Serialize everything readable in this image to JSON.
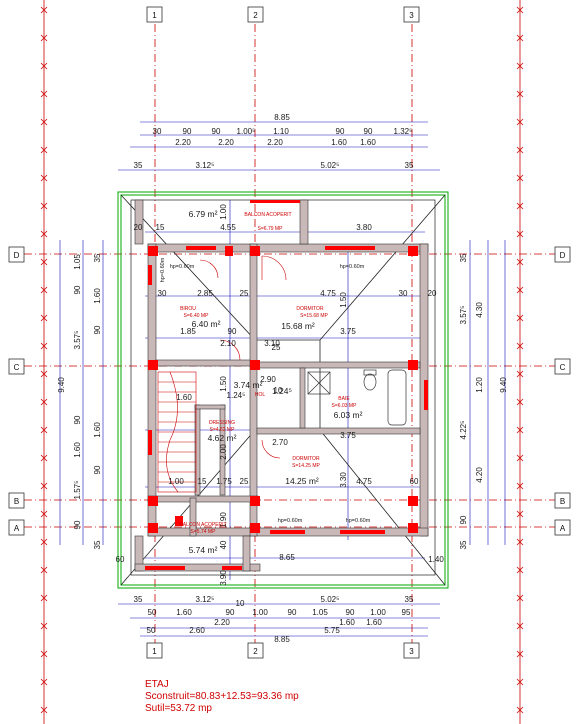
{
  "colors": {
    "axis": "#cc0000",
    "dimension": "#1010bb",
    "wall": "#c9b8b8",
    "column": "#ff0000",
    "roof_outline": "#00aa00",
    "text": "#1a1a1a",
    "room_label": "#cc0000"
  },
  "axes": {
    "vertical": [
      "1",
      "2",
      "3"
    ],
    "horizontal": [
      "D",
      "C",
      "B",
      "A"
    ]
  },
  "top_dims": {
    "overall": "8.85",
    "row1": [
      "30",
      "90",
      "90",
      "1.00⁵",
      "1.10",
      "90",
      "90",
      "1.32⁵"
    ],
    "row2": [
      "2.20",
      "2.20",
      "2.20",
      "1.60",
      "1.60"
    ],
    "row3": [
      "35",
      "3.12⁵",
      "5.02⁵",
      "35"
    ]
  },
  "bottom_dims": {
    "row3": [
      "35",
      "3.12⁵",
      "10",
      "5.02⁵",
      "35"
    ],
    "row1": [
      "50",
      "1.60",
      "90",
      "1.00",
      "90",
      "1.05",
      "90",
      "1.00",
      "95"
    ],
    "row2a": [
      "2.20",
      "1.60",
      "1.60"
    ],
    "row2": [
      "50",
      "2.60",
      "5.75"
    ],
    "overall": "8.85"
  },
  "left_dims": {
    "outer": "9.40",
    "mid": [
      "3.57⁵",
      "1.57⁵"
    ],
    "inner": [
      "1.05",
      "90",
      "1.60",
      "90",
      "1.60",
      "90",
      "1.60",
      "90",
      "90"
    ],
    "small": [
      "35",
      "35"
    ]
  },
  "right_dims": {
    "outer": "9.40",
    "mid": [
      "4.30",
      "1.20",
      "4.20"
    ],
    "inner": [
      "3.57⁵",
      "4.22⁵"
    ],
    "small": [
      "35",
      "90",
      "35"
    ]
  },
  "interior_dims": [
    "4.55",
    "3.80",
    "20",
    "15",
    "30",
    "2.85",
    "25",
    "4.75",
    "30",
    "20",
    "1.85",
    "90",
    "3.75",
    "2.10",
    "3.10",
    "2.90",
    "1.60",
    "2.70",
    "3.75",
    "1.00",
    "15",
    "1.75",
    "25",
    "4.75",
    "60",
    "8.65",
    "60",
    "1.40",
    "1.00",
    "1.50",
    "1.24⁵",
    "10",
    "25",
    "1.90",
    "40",
    "3.90",
    "2.00",
    "3.30",
    "1.50"
  ],
  "rooms": [
    {
      "name": "BALCON ACOPERIT",
      "surface": "S=6.79 MP",
      "area": "6.79 m²"
    },
    {
      "name": "BIROU",
      "surface": "S=6.40 MP",
      "area": "6.40 m²"
    },
    {
      "name": "DORMITOR",
      "surface": "S=15.68 MP",
      "area": "15.68 m²"
    },
    {
      "name": "",
      "surface": "",
      "area": "3.74 m²"
    },
    {
      "name": "HOL",
      "surface": "",
      "area": "1.24⁵"
    },
    {
      "name": "BAIE",
      "surface": "S=6.03 MP",
      "area": "6.03 m²"
    },
    {
      "name": "DRESSING",
      "surface": "S=4.62 MP",
      "area": "4.62 m²"
    },
    {
      "name": "DORMITOR",
      "surface": "S=14.25 MP",
      "area": "14.25 m²"
    },
    {
      "name": "BALCON ACOPERIT",
      "surface": "S=5.74 MP",
      "area": "5.74 m²"
    }
  ],
  "window_heights": [
    "hp=0.60m",
    "hp=0.60m",
    "hp=0.60m",
    "hp=0.60m",
    "hp=0.60m"
  ],
  "title": {
    "floor": "ETAJ",
    "built": "Sconstruit=80.83+12.53=93.36 mp",
    "usable": "Sutil=53.72 mp"
  }
}
